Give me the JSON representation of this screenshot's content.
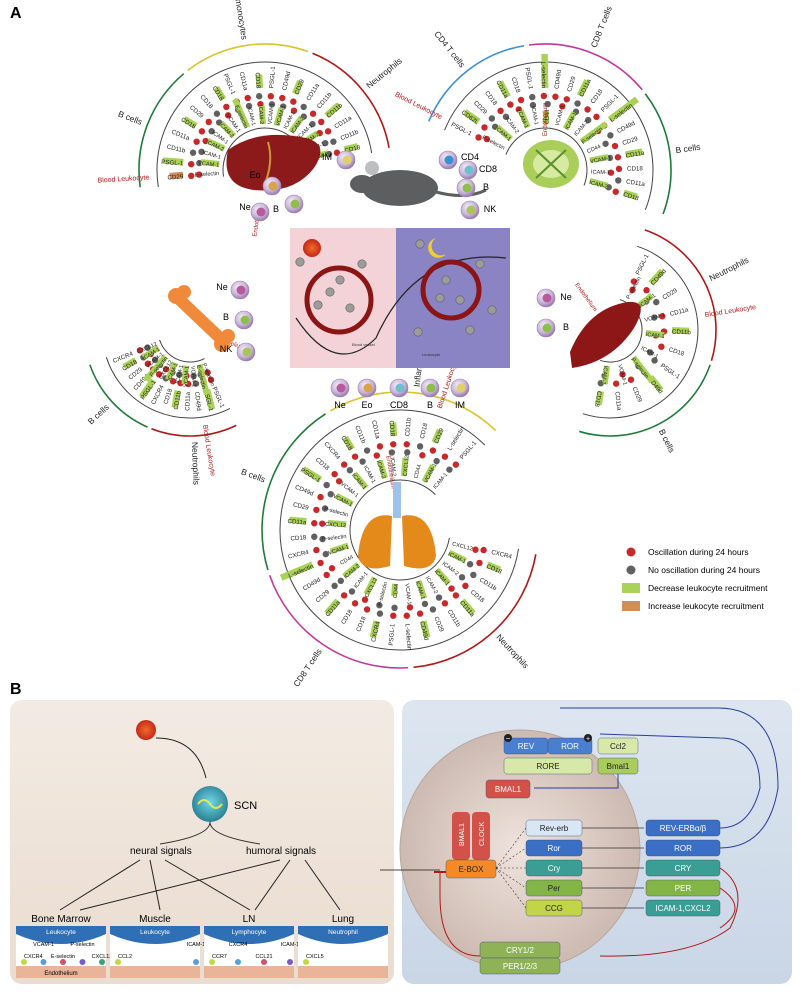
{
  "panel_a": {
    "label": "A",
    "sectors": {
      "top_left": {
        "arc_labels": [
          "B cells",
          "Inflammatory monocytes",
          "Neutrophils",
          "Blood Leukocyte",
          "Endothelium"
        ],
        "leukocyte_molecules": [
          "CD29",
          "PSGL-1",
          "CD11b",
          "CD11a",
          "CD18",
          "CD29",
          "CD18",
          "CD18",
          "PSGL-1",
          "CD11a",
          "CD18",
          "PSGL-1",
          "CD49d",
          "CD29",
          "CD11a",
          "CD11b",
          "CD11b",
          "CD11a",
          "CD11b",
          "CD18"
        ],
        "endothelium_molecules": [
          "E-selectin",
          "VCAM-1",
          "ICAM-1",
          "ICAM-2",
          "ICAM-1",
          "ICAM-2",
          "VCAM-1",
          "E-selectin",
          "ICAM-1",
          "ICAM-2",
          "VCAM-1",
          "VCAM-1",
          "ICAM-1",
          "ICAM-2",
          "ICAM-1",
          "ICAM-2",
          "ICAM-1",
          "ICAM-2"
        ],
        "cells": [
          "IM",
          "Eo",
          "B",
          "Ne"
        ]
      },
      "top_right": {
        "arc_labels": [
          "CD4 T cells",
          "CD8 T cells",
          "B cells",
          "Blood Leukocyte",
          "Endothelium"
        ],
        "leukocyte_molecules": [
          "PSGL-1",
          "CD62L",
          "CD29",
          "CD18",
          "CD11a",
          "CD18",
          "PSGL-1",
          "L-selectin",
          "CD49d",
          "CD29",
          "CD11a",
          "CD18",
          "PSGL-1",
          "L-selectin",
          "CD49d",
          "CD29",
          "CD11a",
          "CD18",
          "CD11a",
          "CD18"
        ],
        "endothelium_molecules": [
          "P-selectin",
          "ICAM-1",
          "ICAM-2",
          "VCAM-1",
          "ICAM-1",
          "CD44",
          "VCAM-1",
          "ICAM-1",
          "ICAM-2",
          "P-selectin",
          "CD44",
          "VCAM-1",
          "ICAM-1",
          "ICAM-2"
        ],
        "cells": [
          "CD4",
          "CD8",
          "B",
          "NK"
        ]
      },
      "middle_left": {
        "arc_labels": [
          "Neutrophils",
          "B cells",
          "Blood Leukocyte",
          "Endothelium"
        ],
        "leukocyte_molecules": [
          "PSGL-1",
          "PSGL-1",
          "CD49d",
          "CD11a",
          "CD11b",
          "CD18",
          "CXCR4",
          "PSGL-1",
          "CD49d",
          "CD29",
          "CD18",
          "CXCR4"
        ],
        "endothelium_molecules": [
          "P-selectin",
          "E-selectin",
          "VCAM-1",
          "VCAM-1",
          "ICAM-1",
          "ICAM-1",
          "CXCL12",
          "P-selectin",
          "VCAM-1",
          "ICAM-1",
          "CXCL12"
        ],
        "cells": [
          "Ne",
          "B",
          "NK"
        ]
      },
      "middle_right": {
        "arc_labels": [
          "Neutrophils",
          "B cells",
          "Blood Leukocyte",
          "Endothelium"
        ],
        "leukocyte_molecules": [
          "PSGL-1",
          "CD49d",
          "CD29",
          "CD11a",
          "CD11b",
          "CD18",
          "PSGL-1",
          "CD49d",
          "CD29",
          "CD11a",
          "CD18"
        ],
        "endothelium_molecules": [
          "P-selectin",
          "VCAM-1",
          "VCAM-1",
          "ICAM-1",
          "ICAM-1",
          "P-selectin",
          "VCAM-1",
          "ICAM-1"
        ],
        "cells": [
          "Ne",
          "B"
        ]
      },
      "bottom": {
        "arc_labels": [
          "Neutrophils",
          "CD8 T cells",
          "B cells",
          "Inflammatory monocytes",
          "Blood Leukocyte",
          "Endothelium"
        ],
        "leukocyte_molecules": [
          "CXCR4",
          "CD18",
          "CD11b",
          "CD18",
          "CD11a",
          "CD11b",
          "CD29",
          "CD49d",
          "L-selectin",
          "PSGL-1",
          "CXCR4",
          "CD18",
          "CD18",
          "CD11a",
          "CD29",
          "CD49d",
          "L-selectin",
          "CXCR4",
          "CD18",
          "CD11a",
          "CD29",
          "CD49d",
          "PSGL-1",
          "CD18",
          "CXCR4",
          "CD18",
          "CD11b",
          "CD11a",
          "CD18",
          "CD11b",
          "CD18",
          "CD29",
          "L-selectin",
          "PSGL-1"
        ],
        "endothelium_molecules": [
          "CXCL12",
          "ICAM-1",
          "ICAM-2",
          "ICAM-1",
          "ICAM-2",
          "ICAM-1",
          "VCAM-1",
          "CD44",
          "P-selectin",
          "CXCL12",
          "ICAM-1",
          "ICAM-2",
          "CD44",
          "VCAM-1",
          "P-selectin",
          "CXCL12",
          "P-selectin",
          "VCAM-1",
          "VCAM-1",
          "ICAM-1",
          "ICAM-1",
          "ICAM-2",
          "ICAM-2",
          "CXCL12",
          "CD44",
          "VCAM-1",
          "ICAM-1"
        ],
        "cells": [
          "Ne",
          "Eo",
          "CD8",
          "B",
          "IM"
        ]
      }
    },
    "center": {
      "day_label": "Blood vessel",
      "night_label": "Leukocyte"
    },
    "legend": {
      "items": [
        {
          "label": "Oscillation during 24 hours",
          "color": "#c8282a",
          "shape": "circle"
        },
        {
          "label": "No oscillation during 24 hours",
          "color": "#606060",
          "shape": "circle"
        },
        {
          "label": "Decrease leukocyte recruitment",
          "color": "#a9d257",
          "shape": "rect"
        },
        {
          "label": "Increase leukocyte recruitment",
          "color": "#cf8f5a",
          "shape": "rect"
        }
      ]
    }
  },
  "panel_b": {
    "label": "B",
    "scn_label": "SCN",
    "signals": [
      "neural  signals",
      "humoral  signals"
    ],
    "tissues": [
      {
        "name": "Bone Marrow",
        "cell": "Leukocyte",
        "molecules": [
          "CXCR4",
          "VCAM-1",
          "E-selectin",
          "P-selectin",
          "CXCL12"
        ],
        "base": "Endothelium"
      },
      {
        "name": "Muscle",
        "cell": "Leukocyte",
        "molecules": [
          "CCL2",
          "ICAM-1"
        ],
        "base": ""
      },
      {
        "name": "LN",
        "cell": "Lymphocyte",
        "molecules": [
          "CCR7",
          "CXCR4",
          "CCL21",
          "ICAM-1"
        ],
        "base": ""
      },
      {
        "name": "Lung",
        "cell": "Neutrophil",
        "molecules": [
          "CXCL5"
        ],
        "base": ""
      }
    ],
    "clock": {
      "rev": "REV",
      "ror": "ROR",
      "rore": "RORE",
      "ccl2": "Ccl2",
      "bmal1": "Bmal1",
      "bmal1_protein": "BMAL1",
      "bmal1_v": "BMAL1",
      "clock_v": "CLOCK",
      "ebox": "E-BOX",
      "genes": [
        "Rev-erb",
        "Ror",
        "Cry",
        "Per",
        "CCG"
      ],
      "proteins": [
        "REV-ERBα/β",
        "ROR",
        "CRY",
        "PER",
        "ICAM-1,CXCL2"
      ],
      "repressor_top": "CRY1/2",
      "repressor_bottom": "PER1/2/3",
      "minus": "−",
      "plus": "+"
    }
  }
}
